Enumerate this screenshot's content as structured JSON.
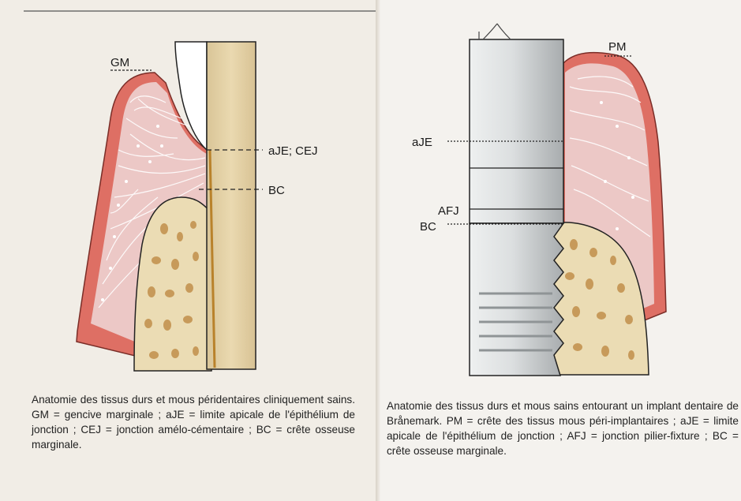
{
  "left_figure": {
    "labels": {
      "gm": "GM",
      "aje_cej": "aJE; CEJ",
      "bc": "BC"
    },
    "caption": "Anatomie des tissus durs et mous péridentaires cliniquement sains. GM = gencive marginale ; aJE = limite apicale de l'épithélium de jonction ; CEJ = jonction amélo-cémentaire ; BC = crête osseuse marginale."
  },
  "right_figure": {
    "labels": {
      "pm": "PM",
      "aje": "aJE",
      "afj": "AFJ",
      "bc": "BC"
    },
    "caption": "Anatomie des tissus durs et mous sains entourant un implant dentaire de Brånemark. PM = crête des tissus mous péri-implantaires ; aJE = limite apicale de l'épithélium de jonction ; AFJ = jonction pilier-fixture ; BC = crête osseuse marginale."
  },
  "colors": {
    "soft_tissue": "#ecc8c6",
    "epithelium": "#de6f64",
    "bone": "#ebdcb4",
    "bone_pores": "#c79a5a",
    "tooth": "#e6d3a8",
    "implant": "#c9cccd"
  }
}
